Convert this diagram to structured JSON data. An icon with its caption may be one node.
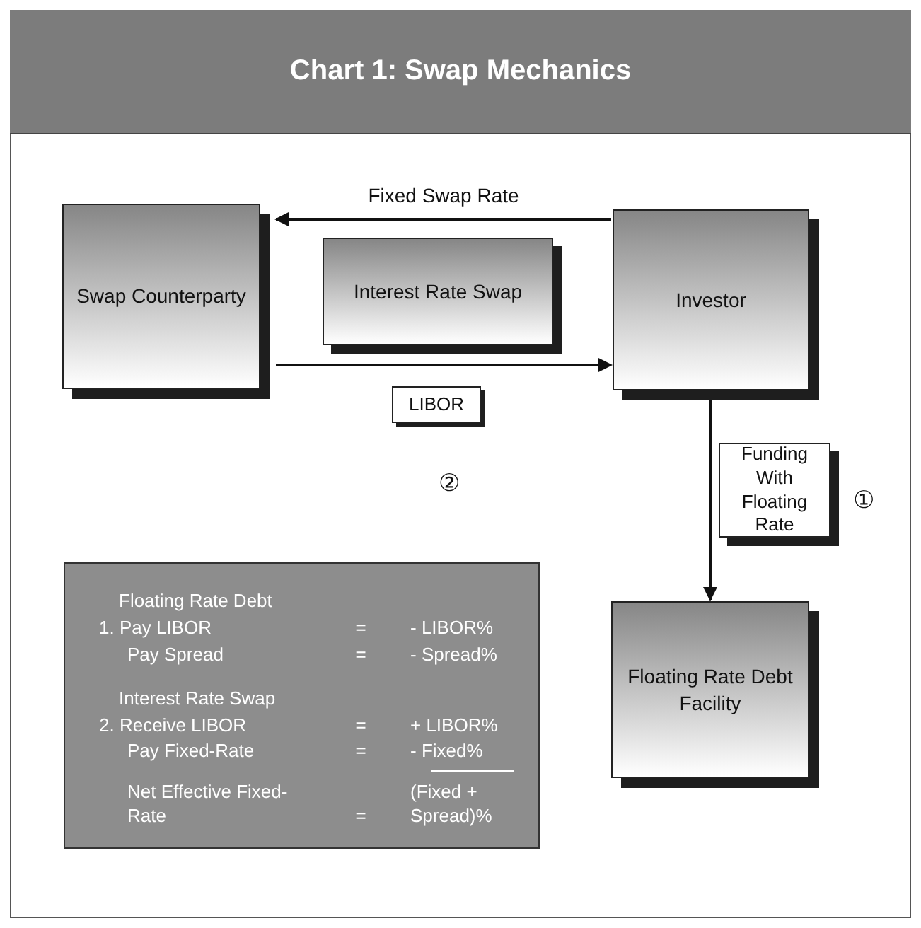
{
  "diagram": {
    "title": "Chart 1: Swap Mechanics",
    "nodes": [
      {
        "text": [
          "Swap Counterparty"
        ]
      },
      {
        "text": [
          "Interest Rate Swap"
        ]
      },
      {
        "text": [
          "Investor"
        ]
      },
      {
        "text": [
          "LIBOR"
        ]
      },
      {
        "text": [
          "Funding With Floating Rate"
        ]
      },
      {
        "text": [
          "Floating Rate Debt Facility"
        ]
      },
      {
        "text": [
          "Floating Rate Debt",
          "1. Pay LIBOR",
          "=",
          "- LIBOR%",
          "Pay Spread",
          "=",
          "- Spread%",
          "Interest Rate Swap",
          "2. Receive LIBOR",
          "=",
          "+ LIBOR%",
          "Pay Fixed-Rate",
          "=",
          "- Fixed%",
          "Net Effective Fixed-Rate",
          "=",
          "(Fixed + Spread)%"
        ]
      }
    ],
    "edges": [
      {
        "from": 2,
        "to": 0,
        "arrow": "to",
        "label": "Fixed Swap Rate"
      },
      {
        "from": 0,
        "to": 2,
        "arrow": "to"
      },
      {
        "from": 2,
        "to": 5,
        "arrow": "to"
      }
    ],
    "labels": [
      "②",
      "①"
    ]
  }
}
